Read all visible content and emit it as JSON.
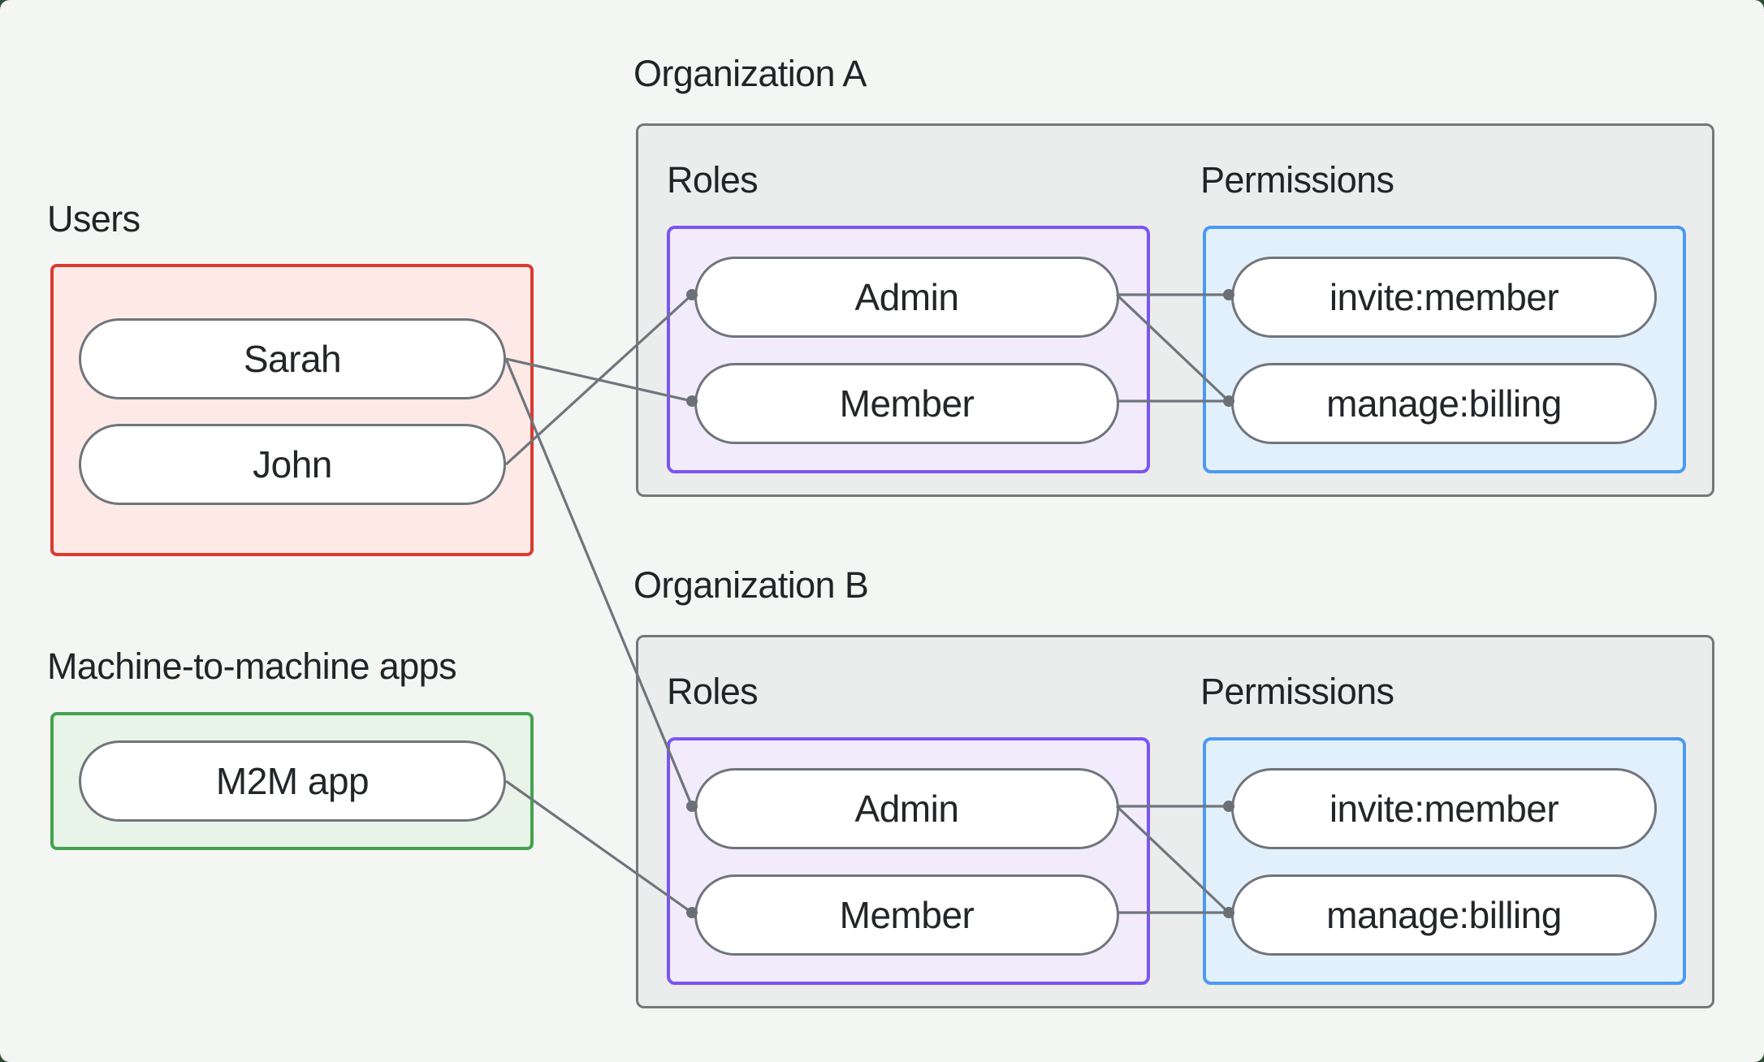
{
  "diagram": {
    "users": {
      "label": "Users",
      "items": [
        {
          "name": "Sarah"
        },
        {
          "name": "John"
        }
      ]
    },
    "m2m": {
      "label": "Machine-to-machine apps",
      "items": [
        {
          "name": "M2M app"
        }
      ]
    },
    "organizations": [
      {
        "label": "Organization A",
        "roles_label": "Roles",
        "permissions_label": "Permissions",
        "roles": [
          {
            "name": "Admin"
          },
          {
            "name": "Member"
          }
        ],
        "permissions": [
          {
            "name": "invite:member"
          },
          {
            "name": "manage:billing"
          }
        ]
      },
      {
        "label": "Organization B",
        "roles_label": "Roles",
        "permissions_label": "Permissions",
        "roles": [
          {
            "name": "Admin"
          },
          {
            "name": "Member"
          }
        ],
        "permissions": [
          {
            "name": "invite:member"
          },
          {
            "name": "manage:billing"
          }
        ]
      }
    ],
    "edges": [
      {
        "from": "user:Sarah",
        "to": "orgA:role:Member"
      },
      {
        "from": "user:John",
        "to": "orgA:role:Admin"
      },
      {
        "from": "user:Sarah",
        "to": "orgB:role:Admin"
      },
      {
        "from": "app:M2M app",
        "to": "orgB:role:Member"
      },
      {
        "from": "orgA:role:Admin",
        "to": "orgA:perm:invite:member"
      },
      {
        "from": "orgA:role:Admin",
        "to": "orgA:perm:manage:billing"
      },
      {
        "from": "orgA:role:Member",
        "to": "orgA:perm:manage:billing"
      },
      {
        "from": "orgB:role:Admin",
        "to": "orgB:perm:invite:member"
      },
      {
        "from": "orgB:role:Admin",
        "to": "orgB:perm:manage:billing"
      },
      {
        "from": "orgB:role:Member",
        "to": "orgB:perm:manage:billing"
      }
    ],
    "colors": {
      "backdrop": "#2f4f38",
      "background": "#f4f6f4",
      "organization_fill": "#ebedec",
      "organization_border": "#74787b",
      "users_fill": "#fdeae7",
      "users_border": "#da3a30",
      "m2m_fill": "#e9f4e9",
      "m2m_border": "#43a24e",
      "roles_fill": "#f1ebfc",
      "roles_border": "#7a55f2",
      "permissions_fill": "#e2f0fc",
      "permissions_border": "#4b9af2",
      "pill_border": "#6f757b",
      "connector_line": "#6f757b",
      "connector_dot": "#6b7074",
      "text": "#1f2427"
    }
  }
}
